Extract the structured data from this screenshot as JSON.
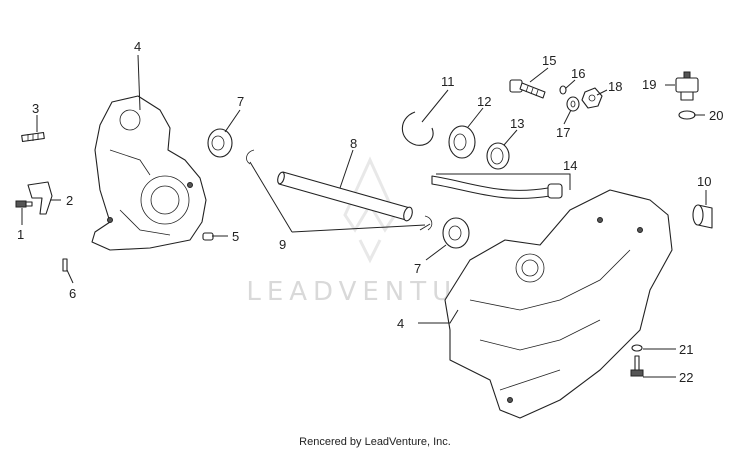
{
  "watermark": {
    "text": "LEADVENTURE"
  },
  "footer": {
    "credit": "Rencered by LeadVenture, Inc."
  },
  "callouts": {
    "c1": "1",
    "c2": "2",
    "c3": "3",
    "c4a": "4",
    "c4b": "4",
    "c5": "5",
    "c6": "6",
    "c7a": "7",
    "c7b": "7",
    "c8": "8",
    "c9": "9",
    "c10": "10",
    "c11": "11",
    "c12": "12",
    "c13": "13",
    "c14": "14",
    "c15": "15",
    "c16": "16",
    "c17": "17",
    "c18": "18",
    "c19": "19",
    "c20": "20",
    "c21": "21",
    "c22": "22"
  }
}
